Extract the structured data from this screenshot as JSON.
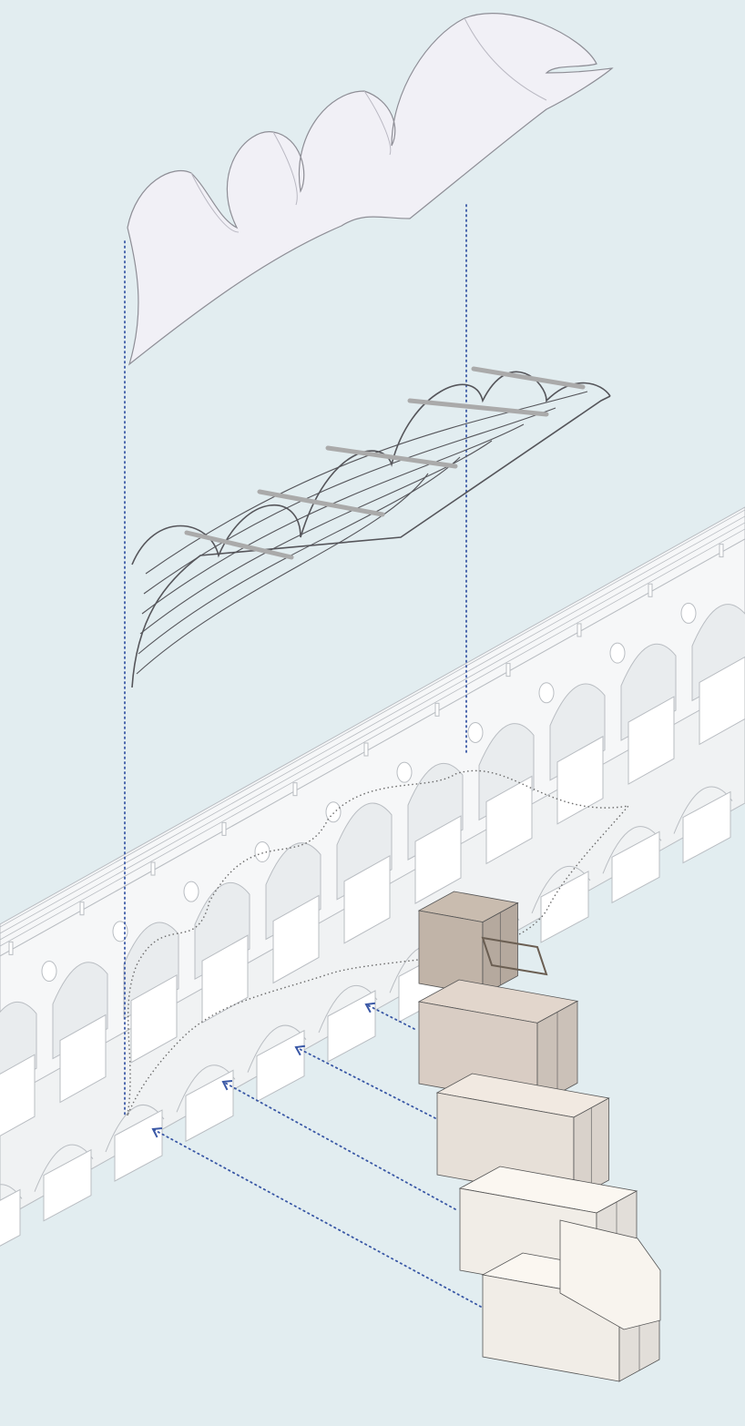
{
  "colors": {
    "background": "#e2edf0",
    "canopy_fill": "#f1f0f6",
    "canopy_stroke": "#8e8e96",
    "frame_stroke": "#55555a",
    "aqueduct_fill": "#f6f7f8",
    "aqueduct_stroke": "#b9bdc2",
    "guide_dots": "#3a58a6",
    "path_dots": "#6b6b6b",
    "module_dark": "#c9bcaf",
    "module_mid": "#e2d6cc",
    "module_light": "#f1e9e1",
    "module_lightest": "#fbf7f1"
  },
  "modules": [
    {
      "tone": "module_dark"
    },
    {
      "tone": "module_mid"
    },
    {
      "tone": "module_light"
    },
    {
      "tone": "module_lightest"
    },
    {
      "tone": "module_lightest"
    }
  ]
}
